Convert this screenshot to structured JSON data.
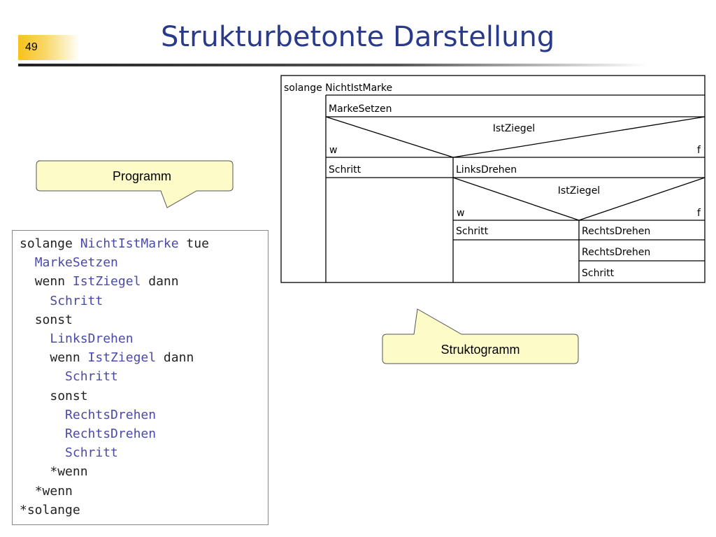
{
  "slide": {
    "page_number": "49",
    "title": "Strukturbetonte Darstellung"
  },
  "callouts": {
    "program": "Programm",
    "struktogramm": "Struktogramm"
  },
  "code": [
    {
      "indent": "",
      "parts": [
        {
          "t": "solange ",
          "c": "plain"
        },
        {
          "t": "NichtIstMarke",
          "c": "blue"
        },
        {
          "t": " tue",
          "c": "plain"
        }
      ]
    },
    {
      "indent": "  ",
      "parts": [
        {
          "t": "MarkeSetzen",
          "c": "blue"
        }
      ]
    },
    {
      "indent": "  ",
      "parts": [
        {
          "t": "wenn ",
          "c": "plain"
        },
        {
          "t": "IstZiegel",
          "c": "blue"
        },
        {
          "t": " dann",
          "c": "plain"
        }
      ]
    },
    {
      "indent": "    ",
      "parts": [
        {
          "t": "Schritt",
          "c": "blue"
        }
      ]
    },
    {
      "indent": "  ",
      "parts": [
        {
          "t": "sonst",
          "c": "plain"
        }
      ]
    },
    {
      "indent": "    ",
      "parts": [
        {
          "t": "LinksDrehen",
          "c": "blue"
        }
      ]
    },
    {
      "indent": "    ",
      "parts": [
        {
          "t": "wenn ",
          "c": "plain"
        },
        {
          "t": "IstZiegel",
          "c": "blue"
        },
        {
          "t": " dann",
          "c": "plain"
        }
      ]
    },
    {
      "indent": "      ",
      "parts": [
        {
          "t": "Schritt",
          "c": "blue"
        }
      ]
    },
    {
      "indent": "    ",
      "parts": [
        {
          "t": "sonst",
          "c": "plain"
        }
      ]
    },
    {
      "indent": "      ",
      "parts": [
        {
          "t": "RechtsDrehen",
          "c": "blue"
        }
      ]
    },
    {
      "indent": "      ",
      "parts": [
        {
          "t": "RechtsDrehen",
          "c": "blue"
        }
      ]
    },
    {
      "indent": "      ",
      "parts": [
        {
          "t": "Schritt",
          "c": "blue"
        }
      ]
    },
    {
      "indent": "    ",
      "parts": [
        {
          "t": "*wenn",
          "c": "plain"
        }
      ]
    },
    {
      "indent": "  ",
      "parts": [
        {
          "t": "*wenn",
          "c": "plain"
        }
      ]
    },
    {
      "indent": "",
      "parts": [
        {
          "t": "*solange",
          "c": "plain"
        }
      ]
    }
  ],
  "struktogramm": {
    "loop_label": "solange NichtIstMarke",
    "marke_setzen": "MarkeSetzen",
    "cond1": "IstZiegel",
    "cond1_true": "w",
    "cond1_false": "f",
    "then1": "Schritt",
    "else1": "LinksDrehen",
    "cond2": "IstZiegel",
    "cond2_true": "w",
    "cond2_false": "f",
    "then2": "Schritt",
    "else2_a": "RechtsDrehen",
    "else2_b": "RechtsDrehen",
    "else2_c": "Schritt"
  },
  "colors": {
    "title": "#2a3a8a",
    "code_keyword": "#4a4aa8",
    "callout_fill": "#fdfbc8"
  }
}
